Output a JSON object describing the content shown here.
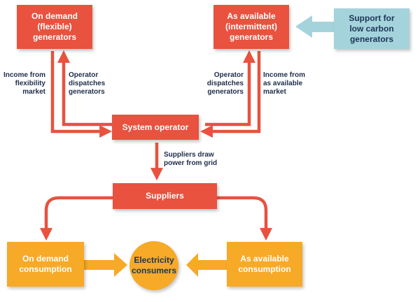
{
  "nodes": {
    "on_demand_generators": "On demand\n(flexible)\ngenerators",
    "as_available_generators": "As available\n(intermittent)\ngenerators",
    "support_low_carbon": "Support for\nlow carbon\ngenerators",
    "system_operator": "System operator",
    "suppliers": "Suppliers",
    "on_demand_consumption": "On demand\nconsumption",
    "electricity_consumers": "Electricity\nconsumers",
    "as_available_consumption": "As available\nconsumption"
  },
  "labels": {
    "income_flexibility": "Income from\nflexibility\nmarket",
    "operator_dispatches_left": "Operator\ndispatches\ngenerators",
    "operator_dispatches_right": "Operator\ndispatches\ngenerators",
    "income_as_available": "Income from\nas available\nmarket",
    "suppliers_draw": "Suppliers draw\npower from grid"
  },
  "colors": {
    "red": "#e8523f",
    "blue": "#a5d3dc",
    "orange": "#f7a928",
    "arrow_red": "#e8523f",
    "arrow_blue": "#a5d3dc",
    "arrow_orange": "#f7a928",
    "text_dark": "#1f2d4a"
  }
}
